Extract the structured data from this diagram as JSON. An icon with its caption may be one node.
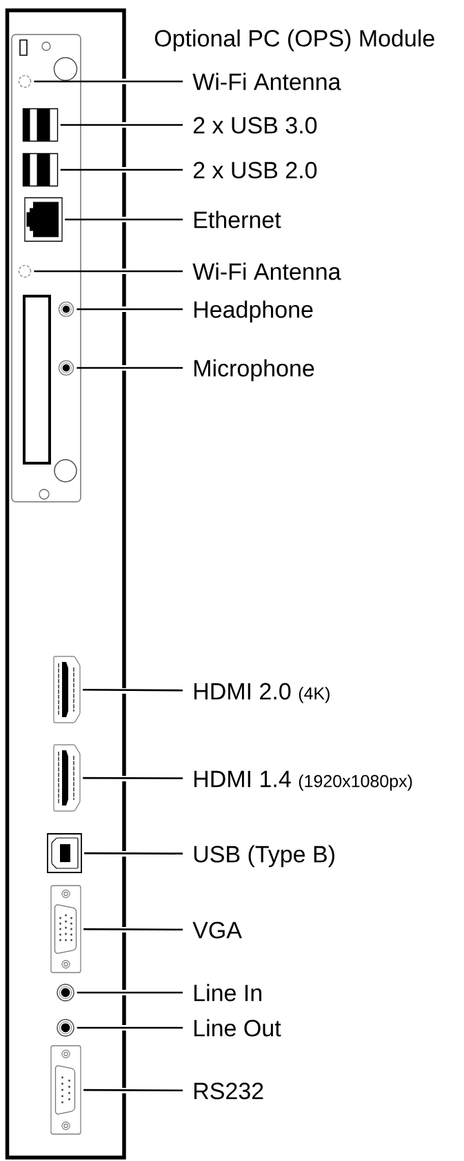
{
  "diagram": {
    "nodes": [
      {
        "text": [],
        "shape": "circle"
      },
      {
        "text": [
          "Wi-Fi Antenna"
        ]
      },
      {
        "text": [],
        "shape": "picture"
      },
      {
        "text": [
          "2 x USB 3.0"
        ]
      },
      {
        "text": [],
        "shape": "picture"
      },
      {
        "text": [
          "2 x USB 2.0"
        ]
      },
      {
        "text": [],
        "shape": "picture"
      },
      {
        "text": [
          "Ethernet"
        ]
      },
      {
        "text": [],
        "shape": "circle"
      },
      {
        "text": [
          "Wi-Fi Antenna"
        ]
      },
      {
        "text": [],
        "shape": "circle"
      },
      {
        "text": [
          "Headphone"
        ]
      },
      {
        "text": [],
        "shape": "circle"
      },
      {
        "text": [
          "Microphone"
        ]
      },
      {
        "text": [],
        "shape": "picture"
      },
      {
        "text": [
          "HDMI 2.0",
          "(4K)"
        ]
      },
      {
        "text": [],
        "shape": "picture"
      },
      {
        "text": [
          "HDMI 1.4",
          "(1920x1080px)"
        ]
      },
      {
        "text": [],
        "shape": "picture"
      },
      {
        "text": [
          "USB (Type B)"
        ]
      },
      {
        "text": [],
        "shape": "picture"
      },
      {
        "text": [
          "VGA"
        ]
      },
      {
        "text": [],
        "shape": "circle"
      },
      {
        "text": [
          "Line In"
        ]
      },
      {
        "text": [],
        "shape": "circle"
      },
      {
        "text": [
          "Line Out"
        ]
      },
      {
        "text": [],
        "shape": "picture"
      },
      {
        "text": [
          "RS232"
        ]
      }
    ],
    "edges": [
      {
        "from": 1,
        "to": 0,
        "arrow": "none"
      },
      {
        "from": 3,
        "to": 2,
        "arrow": "none"
      },
      {
        "from": 5,
        "to": 4,
        "arrow": "none"
      },
      {
        "from": 7,
        "to": 6,
        "arrow": "none"
      },
      {
        "from": 9,
        "to": 8,
        "arrow": "none"
      },
      {
        "from": 11,
        "to": 10,
        "arrow": "none"
      },
      {
        "from": 13,
        "to": 12,
        "arrow": "none"
      },
      {
        "from": 15,
        "to": 14,
        "arrow": "none"
      },
      {
        "from": 17,
        "to": 16,
        "arrow": "none"
      },
      {
        "from": 19,
        "to": 18,
        "arrow": "none"
      },
      {
        "from": 21,
        "to": 20,
        "arrow": "none"
      },
      {
        "from": 23,
        "to": 22,
        "arrow": "none"
      },
      {
        "from": 25,
        "to": 24,
        "arrow": "none"
      },
      {
        "from": 27,
        "to": 26,
        "arrow": "none"
      }
    ],
    "labels": [
      "Optional PC (OPS) Module"
    ]
  }
}
